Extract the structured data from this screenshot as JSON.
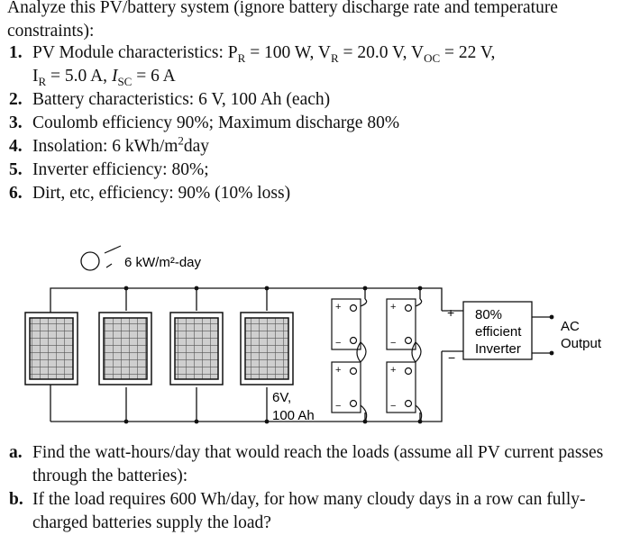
{
  "intro": "Analyze this PV/battery system (ignore battery discharge rate and temperature constraints):",
  "specs": [
    {
      "num": "1.",
      "text": "PV Module characteristics: P_R = 100 W, V_R = 20.0 V, V_OC = 22 V, I_R = 5.0 A, I_SC = 6 A"
    },
    {
      "num": "2.",
      "text": "Battery characteristics: 6 V, 100 Ah (each)"
    },
    {
      "num": "3.",
      "text": "Coulomb efficiency 90%; Maximum discharge 80%"
    },
    {
      "num": "4.",
      "text": "Insolation: 6 kWh/m²day"
    },
    {
      "num": "5.",
      "text": "Inverter efficiency: 80%;"
    },
    {
      "num": "6.",
      "text": "Dirt, etc, efficiency: 90% (10% loss)"
    }
  ],
  "diagram": {
    "sun_label": "6 kW/m²-day",
    "battery_label_line1": "6V,",
    "battery_label_line2": "100 Ah",
    "plus": "+",
    "minus": "−",
    "inverter_line1": "80%",
    "inverter_line2": "efficient",
    "inverter_line3": "Inverter",
    "output_line1": "AC",
    "output_line2": "Output"
  },
  "questions": [
    {
      "num": "a.",
      "text": "Find the watt-hours/day that would reach the loads (assume all PV current passes through the batteries):"
    },
    {
      "num": "b.",
      "text": "If the load requires 600 Wh/day, for how many cloudy days in a row can fully-charged batteries supply the load?"
    }
  ]
}
